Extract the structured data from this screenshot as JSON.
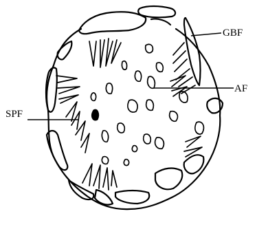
{
  "labels": {
    "gbf": "GBF",
    "af": "AF",
    "spf": "SPF"
  }
}
